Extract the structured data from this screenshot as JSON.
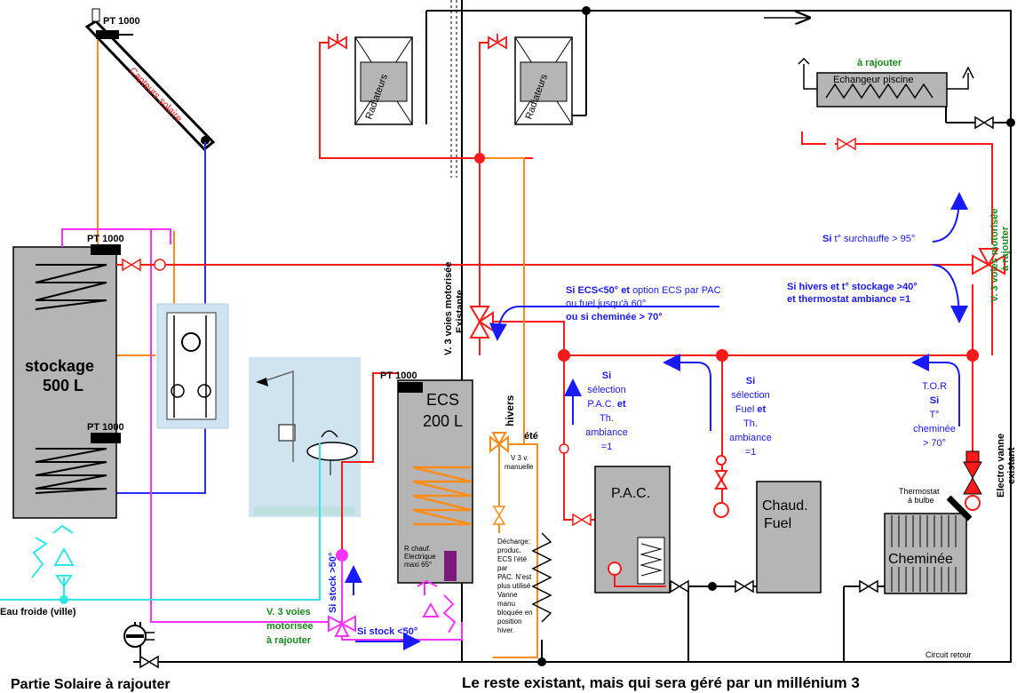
{
  "colors": {
    "hot": "#ff1a1a",
    "cold_solar": "#2a2aff",
    "solar_hot": "#ff8c1a",
    "pink": "#ff33ff",
    "city_water": "#33e6e6",
    "black": "#000000",
    "tank_fill": "#b5b5b5",
    "blue_text": "#1a1aff",
    "green_text": "#1a8a1a"
  },
  "labels": {
    "pt1000_collector": "PT 1000",
    "collector": "Capteurs solaire",
    "pt1000_tank_top": "PT 1000",
    "pt1000_tank_bottom": "PT 1000",
    "tank_line1": "stockage",
    "tank_line2": "500 L",
    "cold_water": "Eau froide (ville)",
    "bottom_left_title": "Partie Solaire à rajouter",
    "bottom_right_title": "Le reste existant, mais qui sera géré par un millénium 3",
    "radiator1": "Radiateurs",
    "radiator2": "Radiateurs",
    "add_label": "à rajouter",
    "pool_exchanger": "Echangeur piscine",
    "v3_existing_1": "V. 3 voies motorisée",
    "v3_existing_2": "Existante",
    "ecs_cond_1": "Si",
    "ecs_cond_1b": "ECS<50°",
    "ecs_cond_1c": "et",
    "ecs_cond_1d": "option ECS par PAC",
    "ecs_cond_2": "ou fuel jusqu'à 60°",
    "ecs_cond_3a": "ou",
    "ecs_cond_3b": "si cheminée > 70°",
    "overheat_si": "Si",
    "overheat": "t° surchauffe > 95°",
    "winter_1a": "Si",
    "winter_1b": "hivers",
    "winter_1c": "et",
    "winter_1d": "t° stockage >40°",
    "winter_2a": "et",
    "winter_2b": "thermostat ambiance =1",
    "v3_add_right_1": "V. 3 voies motorisée",
    "v3_add_right_2": "à rajouter",
    "pt1000_ecs": "PT 1000",
    "ecs_1": "ECS",
    "ecs_2": "200 L",
    "hivers": "hivers",
    "ete": "été",
    "v3_manual_1": "V 3 v.",
    "v3_manual_2": "manuelle",
    "resistance_1": "R chauf.",
    "resistance_2": "Electrique",
    "resistance_3": "maxi 65°",
    "pac_cond": [
      "Si",
      "sélection",
      "P.A.C.",
      "et",
      "Th.",
      "ambiance",
      "=1"
    ],
    "fuel_cond": [
      "Si",
      "sélection",
      "Fuel",
      "et",
      "Th.",
      "ambiance",
      "=1"
    ],
    "tor_cond": [
      "T.O.R",
      "Si",
      "T°",
      "cheminée",
      "> 70°"
    ],
    "electro_valve_1": "Electro vanne",
    "electro_valve_2": "existant",
    "thermostat_1": "Thermostat",
    "thermostat_2": "à bulbe",
    "pac": "P.A.C.",
    "fuel_1": "Chaud.",
    "fuel_2": "Fuel",
    "chimney": "Cheminée",
    "discharge": [
      "Décharge;",
      "produc.",
      "ECS l'été",
      "par",
      "PAC. N'est",
      "plus utilisé",
      "Vanne",
      "manu",
      "bloquée en",
      "position",
      "hiver."
    ],
    "stock_gt": "Si stock >50°",
    "stock_lt": "Si stock <50°",
    "v3_add_bottom_1": "V. 3 voies",
    "v3_add_bottom_2": "motorisée",
    "v3_add_bottom_3": "à rajouter",
    "return_circuit": "Circuit retour"
  }
}
